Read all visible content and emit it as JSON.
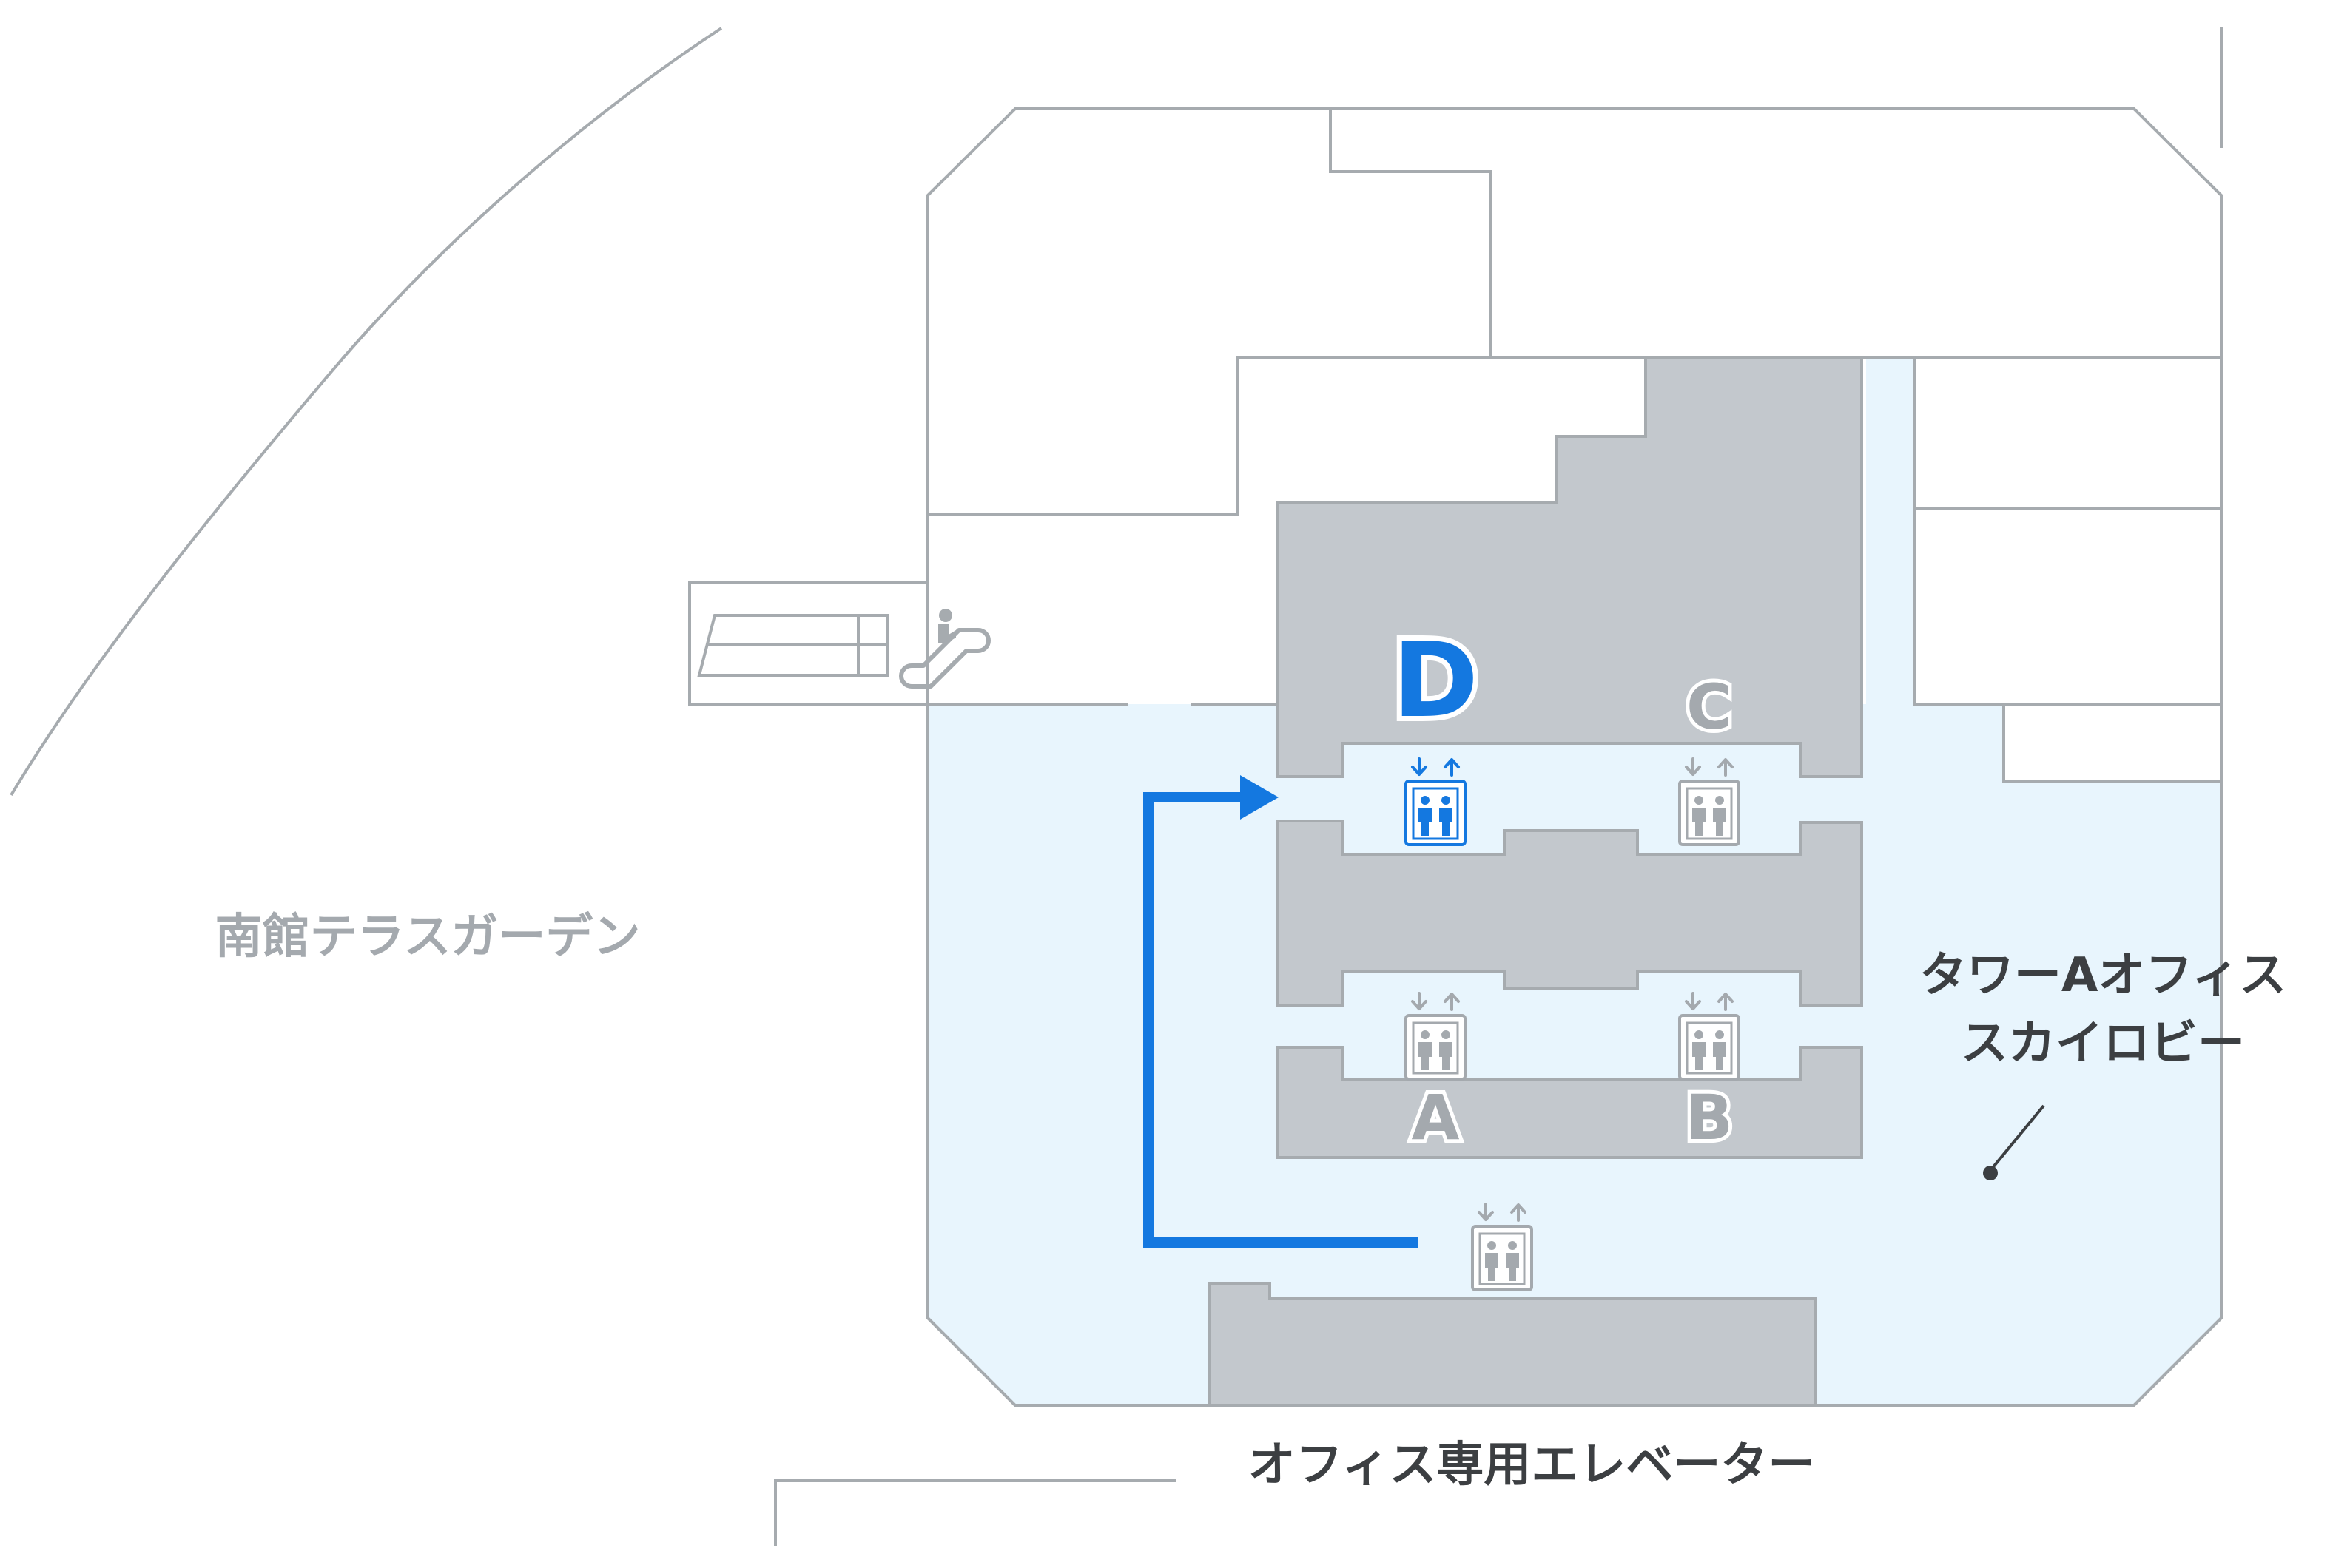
{
  "labels": {
    "south_terrace": "南館テラスガーデン",
    "sky_lobby_line1": "タワーAオフィス",
    "sky_lobby_line2": "スカイロビー",
    "office_elevator": "オフィス専用エレベーター"
  },
  "elevator_banks": [
    {
      "letter": "A",
      "highlighted": false
    },
    {
      "letter": "B",
      "highlighted": false
    },
    {
      "letter": "C",
      "highlighted": false
    },
    {
      "letter": "D",
      "highlighted": true
    }
  ],
  "icons": {
    "elevator": "elevator-icon",
    "escalator": "escalator-icon",
    "route": "route-arrow-icon",
    "lobby_pin": "location-dot-icon"
  },
  "colors": {
    "background": "#ffffff",
    "lobby_fill": "#e8f5fd",
    "core_fill": "#c3c8cd",
    "wall_stroke": "#a6abaf",
    "label_gray": "#a4a9ae",
    "label_dark": "#3c3f42",
    "highlight_blue": "#1478e0"
  }
}
